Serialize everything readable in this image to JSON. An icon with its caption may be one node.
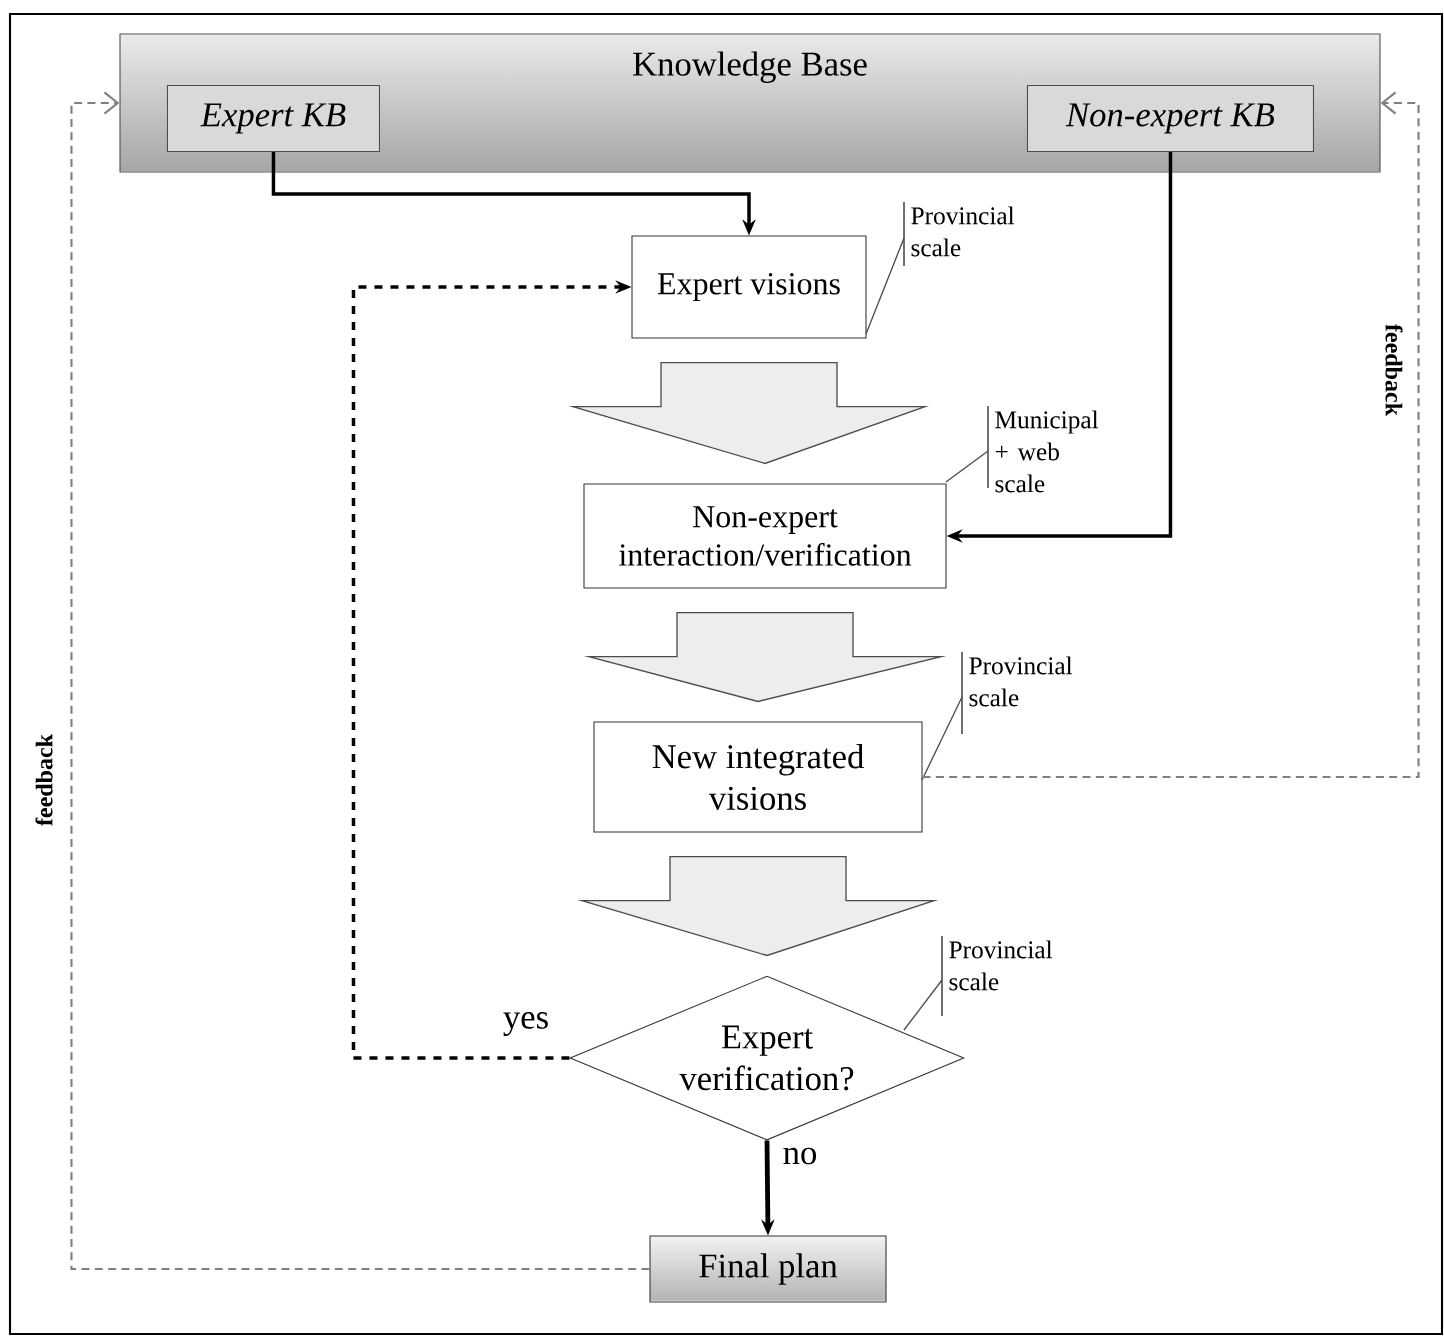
{
  "diagram": {
    "nodes": [
      {
        "text": [
          "Knowledge Base"
        ]
      },
      {
        "text": [
          "Expert KB"
        ],
        "in": 0
      },
      {
        "text": [
          "Non-expert KB"
        ],
        "in": 0
      },
      {
        "text": [
          "Expert visions"
        ],
        "beside": [
          "Provincial scale"
        ]
      },
      {
        "text": [
          "Non-expert interaction/verification"
        ],
        "beside": [
          "Municipal + web scale"
        ]
      },
      {
        "text": [
          "New integrated visions"
        ],
        "beside": [
          "Provincial scale"
        ]
      },
      {
        "text": [
          "Expert verification?"
        ],
        "beside": [
          "Provincial scale"
        ]
      },
      {
        "text": [
          "Final plan"
        ]
      }
    ],
    "edges": [
      {
        "from": 1,
        "to": 3,
        "arrow": "to"
      },
      {
        "from": 2,
        "to": 4,
        "arrow": "to"
      },
      {
        "from": 3,
        "to": 4,
        "arrow": "to",
        "style": "thick"
      },
      {
        "from": 4,
        "to": 5,
        "arrow": "to",
        "style": "thick"
      },
      {
        "from": 5,
        "to": 6,
        "arrow": "to",
        "style": "thick"
      },
      {
        "from": 6,
        "to": 3,
        "arrow": "to",
        "label": "yes",
        "style": "dashed"
      },
      {
        "from": 6,
        "to": 7,
        "arrow": "to",
        "label": "no"
      },
      {
        "from": 7,
        "to": 0,
        "arrow": "to",
        "label": "feedback",
        "style": "dashed",
        "color": "#808080"
      },
      {
        "from": 5,
        "to": 0,
        "arrow": "to",
        "label": "feedback",
        "style": "dashed",
        "color": "#808080"
      }
    ]
  }
}
